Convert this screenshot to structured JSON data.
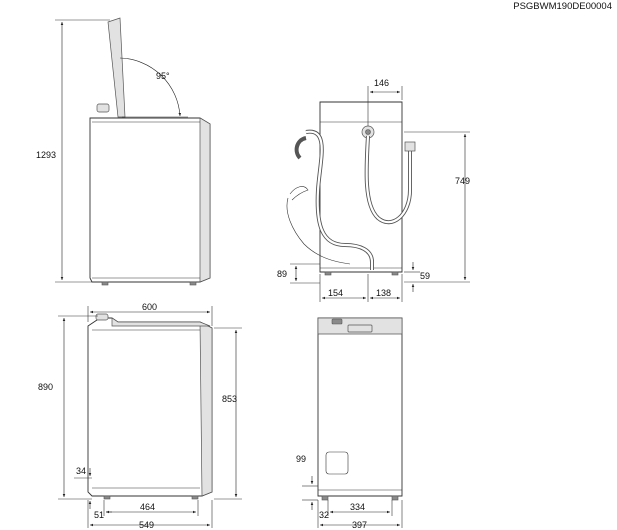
{
  "diagram": {
    "code": "PSGBWM190DE00004",
    "angle": "95°",
    "dimensions": {
      "total_height": "1293",
      "hose_width": "146",
      "hose_height": "749",
      "drain_height": "89",
      "foot_height_side": "59",
      "side_offset_left": "154",
      "side_offset_right": "138",
      "depth_top": "600",
      "height": "890",
      "height_body": "853",
      "foot_offset": "34",
      "foot_inset": "51",
      "base_depth": "464",
      "total_depth": "549",
      "foot_height_front": "99",
      "foot_front_offset": "32",
      "base_width": "334",
      "total_width": "397"
    }
  }
}
